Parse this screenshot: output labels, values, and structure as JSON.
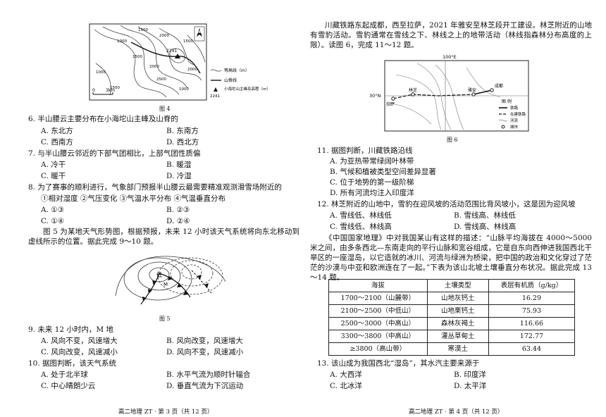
{
  "fig4": {
    "caption": "图 4",
    "contours": [
      "1000",
      "1500",
      "2000",
      "1500",
      "2000",
      "1500",
      "1000",
      "2500",
      "1000",
      "2000",
      "1500"
    ],
    "peak": "2241",
    "north": "N",
    "scale_zero": "0",
    "scale_len": "3km",
    "legend": [
      {
        "label": "等高线（m）"
      },
      {
        "label": "山脊线"
      },
      {
        "label": "小海坨山主峰及高程（m）",
        "value": "2241"
      }
    ]
  },
  "q6": {
    "stem": "6. 半山腰云主要分布在小海坨山主峰及山脊的",
    "A": "A. 东北方",
    "B": "B. 东南方",
    "C": "C. 西南方",
    "D": "D. 西北方"
  },
  "q7": {
    "stem": "7. 与半山腰云邻近的下部气团相比，上部气团性质偏",
    "A": "A. 冷干",
    "B": "B. 暖湿",
    "C": "C. 暖干",
    "D": "D. 冷湿"
  },
  "q8": {
    "stem": "8. 为了赛事的顺利进行，气象部门预报半山腰云最需要精准观测滑雪场附近的",
    "items": "①相对湿度   ②气压变化   ③气温水平分布   ④气温垂直分布",
    "A": "A. ①③",
    "B": "B. ②③",
    "C": "C. ①④",
    "D": "D. ②④"
  },
  "intro5": "图 5 为某地天气形势图，根据预报，未来 12 小时该天气系统将向东北移动到虚线所示的位置。据此完成 9～10 题。",
  "fig5": {
    "caption": "图 5",
    "low": "低",
    "m": "M"
  },
  "q9": {
    "stem": "9. 未来 12 小时内，M 地",
    "A": "A. 风向不变，风速增大",
    "B": "B. 风向改变，风速增大",
    "C": "C. 风向改变，风速减小",
    "D": "D. 风向不变，风速减小"
  },
  "q10": {
    "stem": "10. 据图判断，该天气系统",
    "A": "A. 处于北半球",
    "B": "B. 水平气流为顺时针辐合",
    "C": "C. 中心晴朗少云",
    "D": "D. 垂直气流为下沉运动"
  },
  "footer_left": "高二地理 ZT · 第 3 页（共 12 页）",
  "intro11": "川藏铁路东起成都，西至拉萨，2021 年雅安至林芝段开工建设。林芝附近的山地有雪豹活动。雪豹通常在雪线之下、林线之上的地带活动（林线指森林分布高度的上限）。读图 6，完成 11～12 题。",
  "fig6": {
    "caption": "图 6",
    "lon": "100°E",
    "lat": "30°N",
    "cities": [
      "拉萨",
      "林芝",
      "雅安",
      "成都"
    ],
    "legend_title": "图 例",
    "legend": [
      "铁路",
      "在建铁路",
      "河流",
      "城市"
    ]
  },
  "q11": {
    "stem": "11. 据图判断，川藏铁路沿线",
    "A": "A. 为亚热带常绿阔叶林带",
    "B": "B. 气候和植被类型空间差异显著",
    "C": "C. 位于地势的第一级阶梯",
    "D": "D. 所有河流均注入印度洋"
  },
  "q12": {
    "stem": "12. 林芝附近的山地中，雪豹在迎风坡的活动范围比背风坡小，这是因为迎风坡",
    "A": "A. 雪线低、林线低",
    "B": "B. 雪线高、林线低",
    "C": "C. 雪线低、林线高",
    "D": "D. 雪线高、林线高"
  },
  "intro13": "《中国国家地理》中对我国某山有这样的描述：“山脉平均海拔在 4000～5000 米之间，由多条西北—东南走向的平行山脉和宽谷组成，它是自东向西伸进我国西北干旱区的一座湿岛，以它造就的冰川、河流与绿洲为桥梁，把中国的政治和文化穿过了茫茫的沙漠与中亚和欧洲连在了一起。”下表为该山北坡土壤垂直分布状况。据此完成 13～14 题。",
  "table": {
    "headers": [
      "海拔",
      "土壤类型",
      "表层有机质（g/kg）"
    ],
    "rows": [
      [
        "1700～2100（山麓带）",
        "山地灰钙土",
        "16.29"
      ],
      [
        "2100～2500（中低山）",
        "山地栗钙土",
        "75.93"
      ],
      [
        "2500～3000（中高山）",
        "森林灰褐土",
        "116.66"
      ],
      [
        "3300～3800（中高山）",
        "灌丛草甸土",
        "172.77"
      ],
      [
        "≥3800（高山带）",
        "寒漠土",
        "63.44"
      ]
    ]
  },
  "q13": {
    "stem": "13. 该山成为我国西北“湿岛”，其水汽主要来源于",
    "A": "A. 大西洋",
    "B": "B. 印度洋",
    "C": "C. 北冰洋",
    "D": "D. 太平洋"
  },
  "footer_right": "高二地理 ZT · 第 4 页（共 12 页）"
}
